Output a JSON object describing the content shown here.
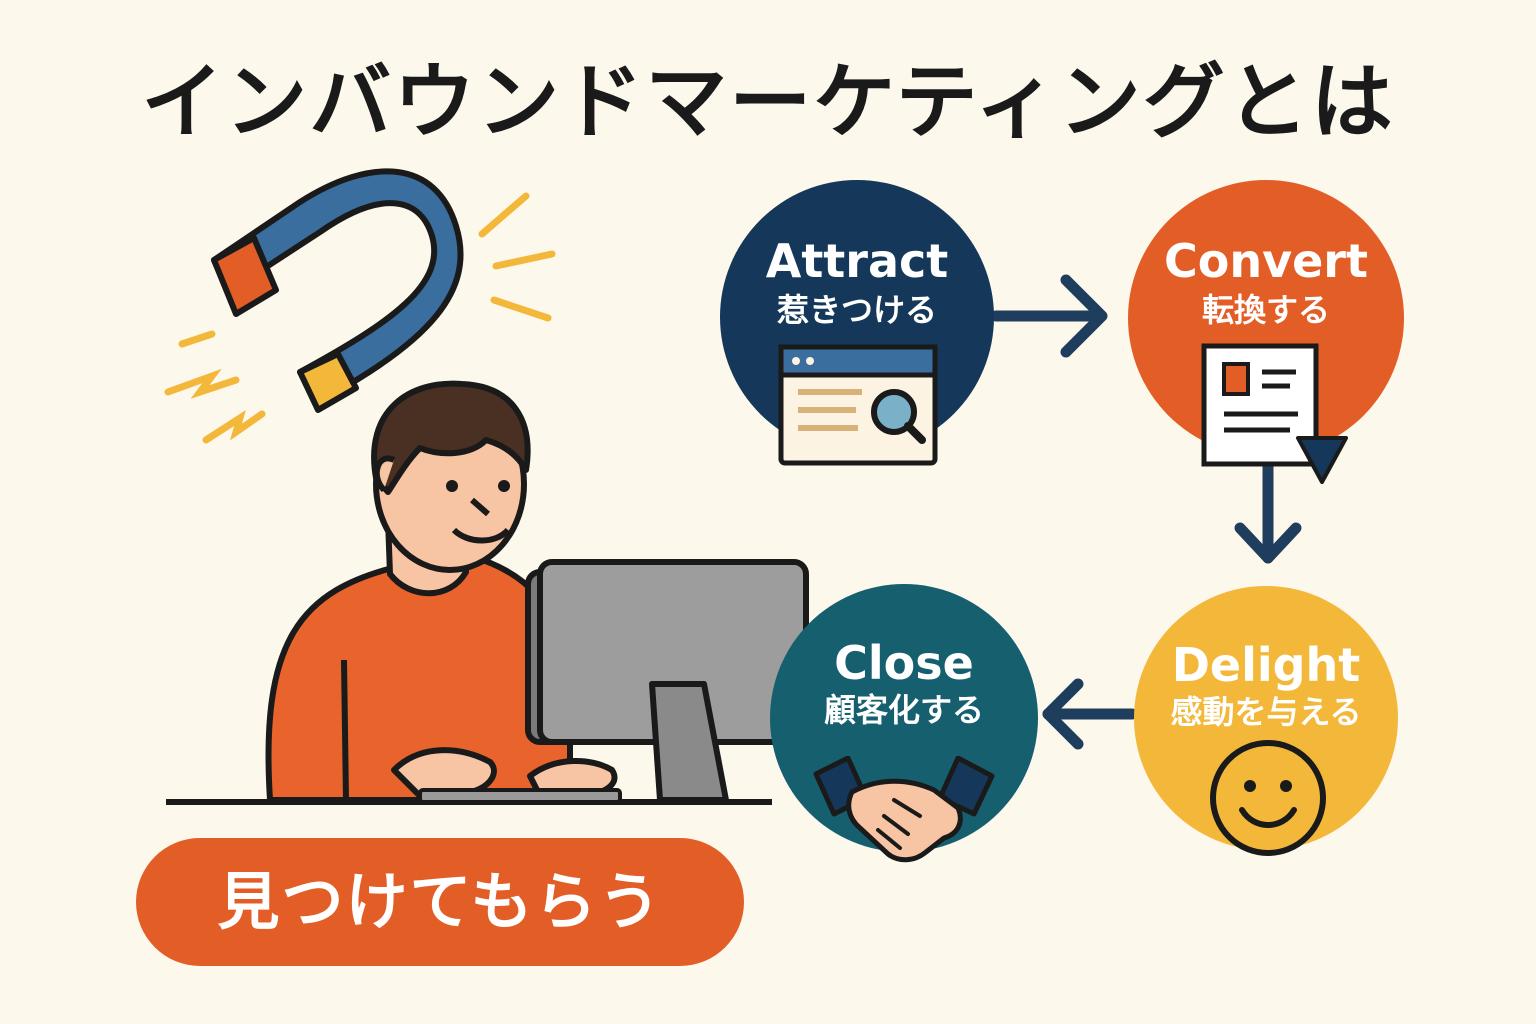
{
  "title": "インバウンドマーケティングとは",
  "stages": [
    {
      "en": "Attract",
      "jp": "惹きつける",
      "icon": "browser-search-icon"
    },
    {
      "en": "Convert",
      "jp": "転換する",
      "icon": "form-download-icon"
    },
    {
      "en": "Delight",
      "jp": "感動を与える",
      "icon": "smiley-icon"
    },
    {
      "en": "Close",
      "jp": "顧客化する",
      "icon": "handshake-icon"
    }
  ],
  "banner": "見つけてもらう",
  "colors": {
    "background": "#fdf8ec",
    "navy": "#14375a",
    "orange": "#e35e26",
    "teal": "#165f6f",
    "yellow": "#f3b83a",
    "magnet_blue": "#3a6e9e"
  }
}
